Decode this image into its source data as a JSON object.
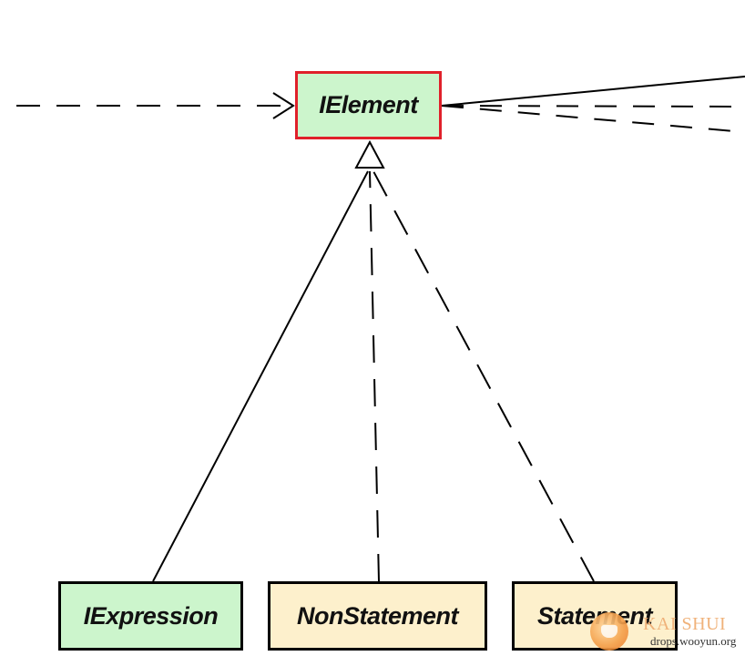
{
  "diagram": {
    "nodes": {
      "ielement": {
        "label": "IElement",
        "fill": "#ccf5cc",
        "border": "#e0202a"
      },
      "iexpression": {
        "label": "IExpression",
        "fill": "#ccf5cc",
        "border": "#000000"
      },
      "nonstatement": {
        "label": "NonStatement",
        "fill": "#fdf0cc",
        "border": "#000000"
      },
      "statement": {
        "label": "Statement",
        "fill": "#fdf0cc",
        "border": "#000000"
      }
    },
    "edges": [
      {
        "from": "external-left",
        "to": "ielement",
        "style": "dashed",
        "head": "open-arrow"
      },
      {
        "from": "iexpression",
        "to": "ielement",
        "style": "solid",
        "head": "hollow-triangle"
      },
      {
        "from": "nonstatement",
        "to": "ielement",
        "style": "dashed",
        "head": "hollow-triangle"
      },
      {
        "from": "statement",
        "to": "ielement",
        "style": "dashed",
        "head": "hollow-triangle"
      },
      {
        "from": "ielement",
        "to": "external-right",
        "style": "solid",
        "head": "none"
      },
      {
        "from": "ielement",
        "to": "external-right",
        "style": "dashed",
        "head": "none"
      },
      {
        "from": "ielement",
        "to": "external-right",
        "style": "dashed",
        "head": "none"
      }
    ]
  },
  "watermark": {
    "brand": "KAI SHUI",
    "url": "drops.wooyun.org",
    "color": "#f0b27a"
  }
}
